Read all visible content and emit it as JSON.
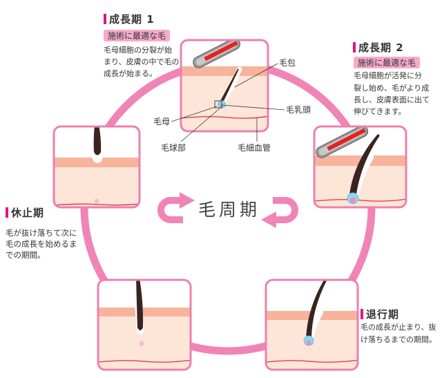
{
  "diagram": {
    "center_title": "毛周期"
  },
  "stages": {
    "anagen1": {
      "title": "成長期 1",
      "badge": "施術に最適な毛",
      "desc": [
        "毛母細胞の分裂が始",
        "まり、皮膚の中で毛の",
        "成長が始まる。"
      ]
    },
    "anagen2": {
      "title": "成長期 2",
      "badge": "施術に最適な毛",
      "desc": [
        "毛母細胞が活発に分",
        "裂し始め、毛がより成",
        "長し、皮膚表面に出て",
        "伸びてきます。"
      ]
    },
    "catagen": {
      "title": "退行期",
      "desc": [
        "毛の成長が止まり、抜",
        "け落ちるまでの期間。"
      ]
    },
    "telogen": {
      "title": "休止期",
      "desc": [
        "毛が抜け落ちて次に",
        "毛の成長を始めるま",
        "での期間。"
      ]
    }
  },
  "anatomy_labels": {
    "follicle": "毛包",
    "papilla": "毛乳頭",
    "matrix": "毛母",
    "bulb": "毛球部",
    "capillary": "毛細血管"
  },
  "icons": {
    "probe": "treatment-probe-icon",
    "cycle_arrows": [
      "cycle-arrow-left-icon",
      "cycle-arrow-right-icon"
    ]
  },
  "colors": {
    "ring": "#f184b6",
    "box-border": "#ec80ae",
    "marker": "#e2147c",
    "badge": "#f7a9cc",
    "skin-band": "#f7b39c",
    "skin-deep": "#fde5d8",
    "capillary": "#e0303a",
    "hair": "#3a2422",
    "bulb": "#8ed6ee",
    "papilla": "#f28ab9",
    "papilla-rest": "#f6bcd6",
    "text": "#333333",
    "probe-body": "#9b9b9b",
    "probe-core": "#e3231e"
  }
}
